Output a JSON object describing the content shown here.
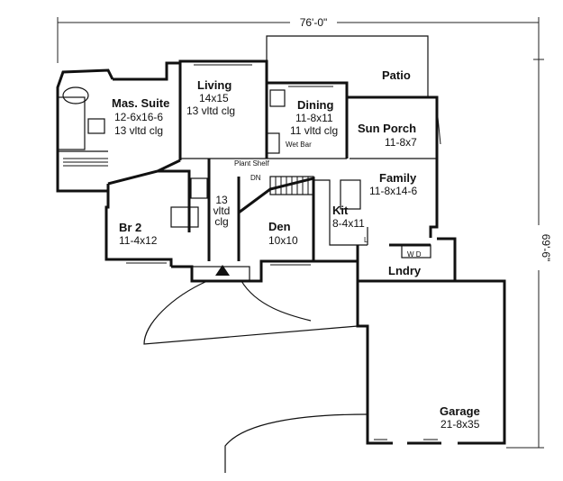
{
  "dimensions": {
    "width": "76'-0\"",
    "depth": "69'-6\""
  },
  "rooms": {
    "patio": {
      "name": "Patio"
    },
    "mas_suite": {
      "name": "Mas. Suite",
      "size": "12-6x16-6",
      "note": "13 vltd clg"
    },
    "living": {
      "name": "Living",
      "size": "14x15",
      "note": "13 vltd clg"
    },
    "dining": {
      "name": "Dining",
      "size": "11-8x11",
      "note": "11 vltd clg"
    },
    "sun_porch": {
      "name": "Sun Porch",
      "size": "11-8x7"
    },
    "family": {
      "name": "Family",
      "size": "11-8x14-6"
    },
    "kit": {
      "name": "Kit",
      "size": "8-4x11"
    },
    "br2": {
      "name": "Br 2",
      "size": "11-4x12"
    },
    "foyer": {
      "line1": "13",
      "line2": "vltd",
      "line3": "clg"
    },
    "den": {
      "name": "Den",
      "size": "10x10"
    },
    "lndry": {
      "name": "Lndry"
    },
    "garage": {
      "name": "Garage",
      "size": "21-8x35"
    }
  },
  "annotations": {
    "wet_bar": "Wet Bar",
    "plant_shelf": "Plant Shelf",
    "dn": "DN",
    "washer_dryer": "W D",
    "kit_l": "L"
  }
}
